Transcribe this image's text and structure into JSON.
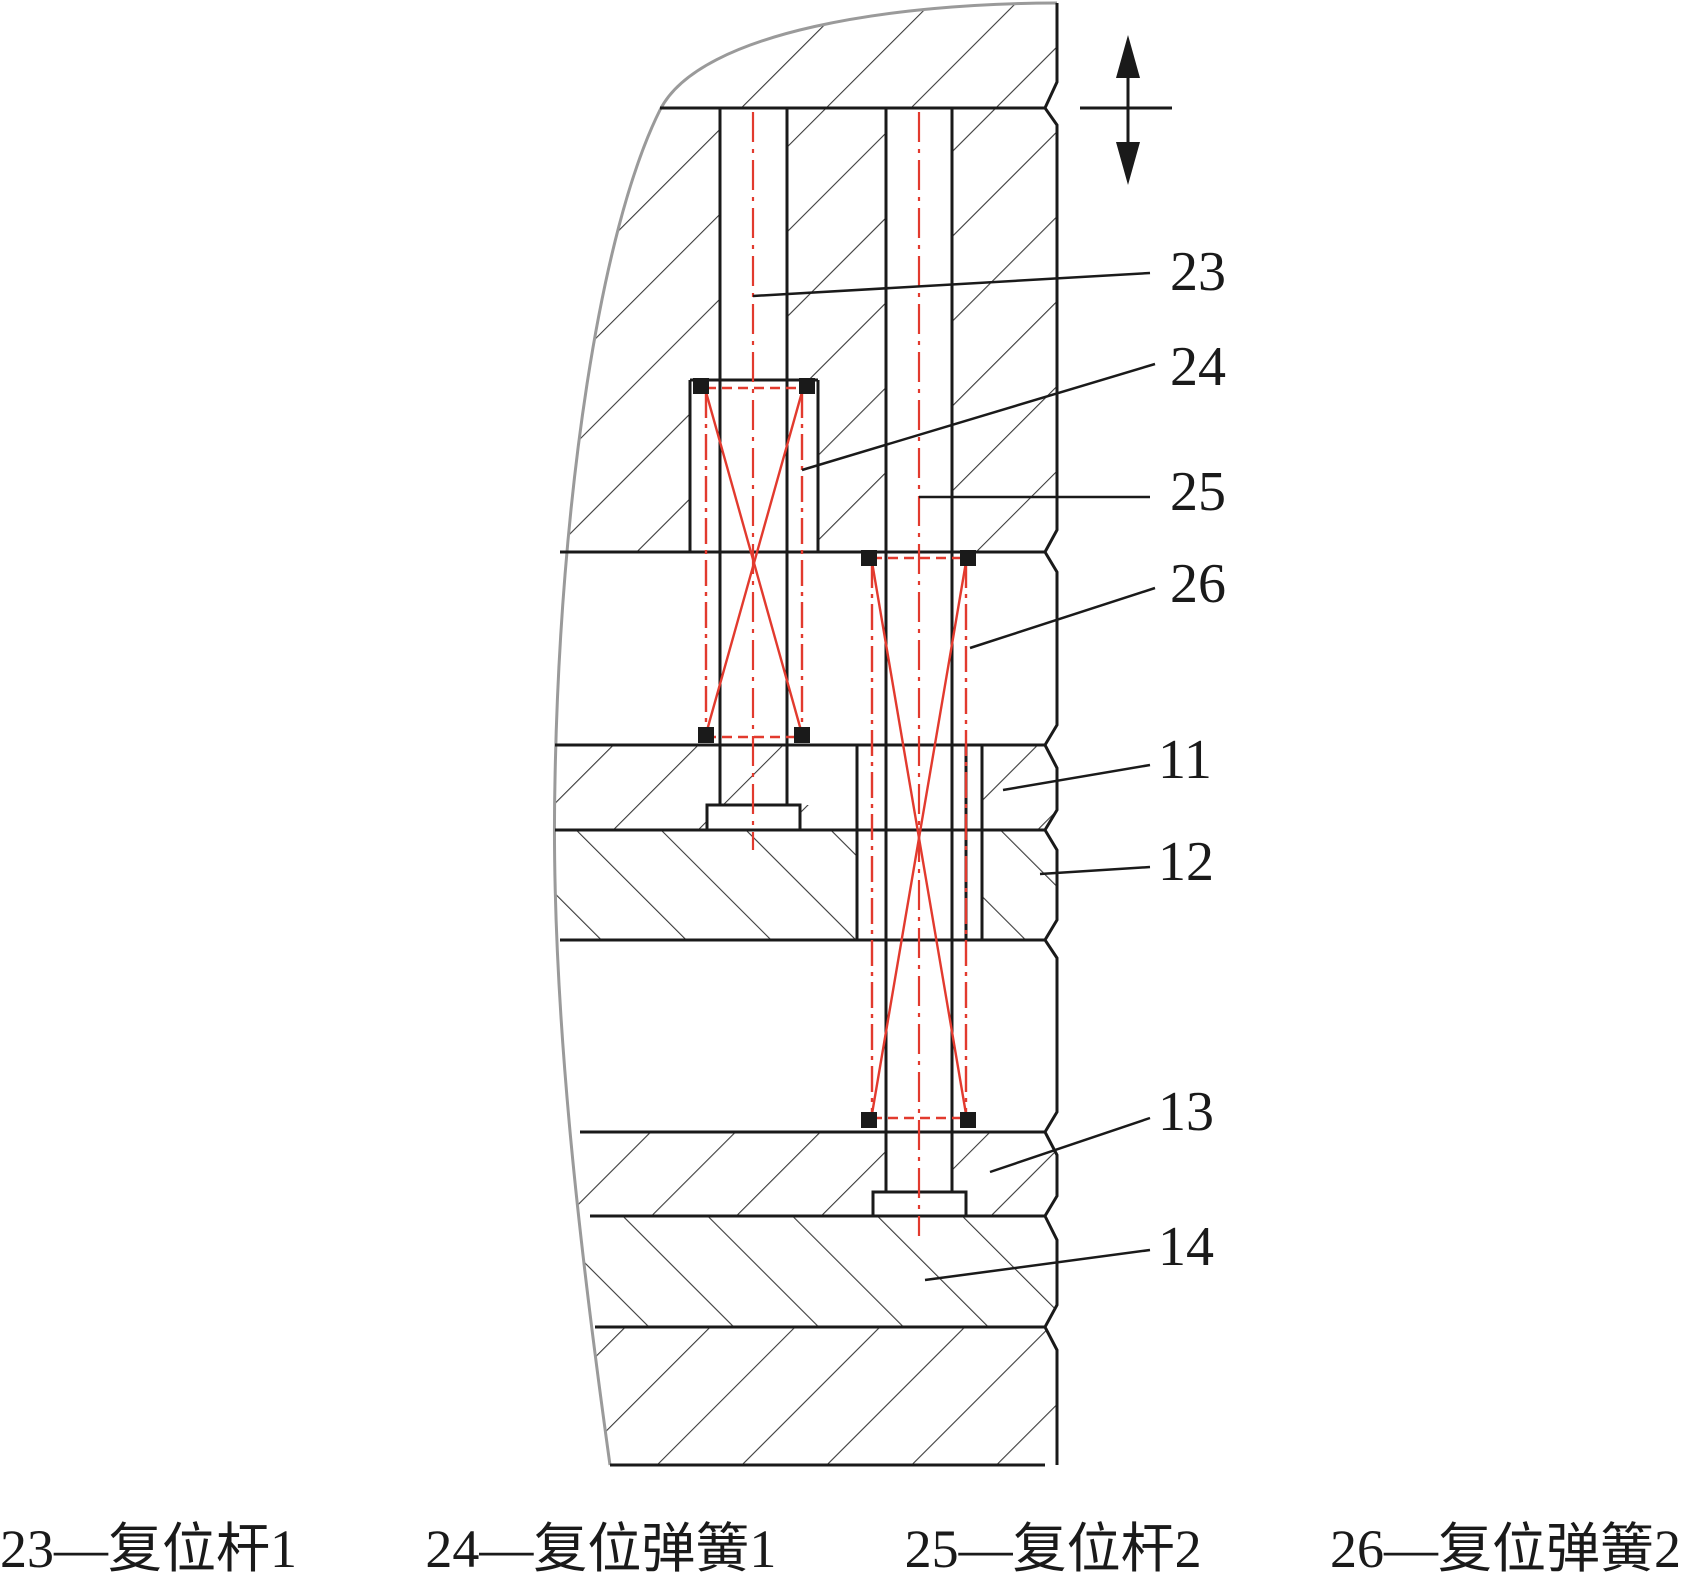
{
  "callouts": {
    "c23": "23",
    "c24": "24",
    "c25": "25",
    "c26": "26",
    "c11": "11",
    "c12": "12",
    "c13": "13",
    "c14": "14"
  },
  "legend": [
    "23—复位杆1",
    "24—复位弹簧1",
    "25—复位杆2",
    "26—复位弹簧2"
  ],
  "colors": {
    "outline": "#1a1a1a",
    "hatch": "#3a3a3a",
    "centerline": "#e23a2e",
    "spring": "#e23a2e",
    "boundary": "#9a9a9a"
  }
}
